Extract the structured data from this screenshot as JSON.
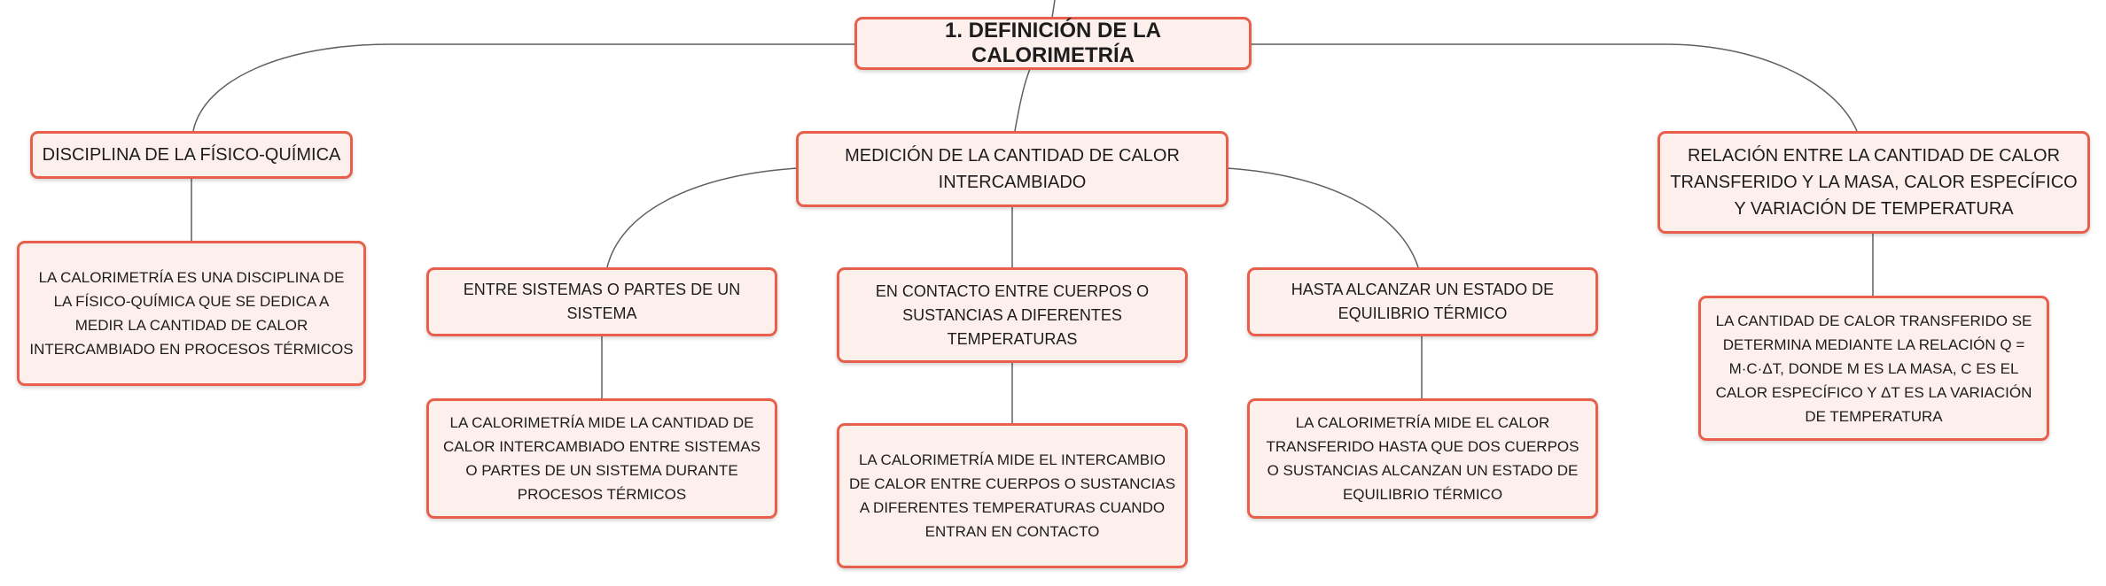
{
  "root": {
    "label": "1. DEFINICIÓN DE LA CALORIMETRÍA"
  },
  "branches": [
    {
      "label": "DISCIPLINA DE LA FÍSICO-QUÍMICA",
      "children": [
        {
          "label": "LA CALORIMETRÍA ES UNA DISCIPLINA DE LA FÍSICO-QUÍMICA QUE SE DEDICA A MEDIR LA CANTIDAD DE CALOR INTERCAMBIADO EN PROCESOS TÉRMICOS"
        }
      ]
    },
    {
      "label": "MEDICIÓN DE LA CANTIDAD DE CALOR INTERCAMBIADO",
      "children": [
        {
          "label": "ENTRE SISTEMAS O PARTES DE UN SISTEMA",
          "detail": "LA CALORIMETRÍA MIDE LA CANTIDAD DE CALOR INTERCAMBIADO ENTRE SISTEMAS O PARTES DE UN SISTEMA DURANTE PROCESOS TÉRMICOS"
        },
        {
          "label": "EN CONTACTO ENTRE CUERPOS O SUSTANCIAS A DIFERENTES TEMPERATURAS",
          "detail": "LA CALORIMETRÍA MIDE EL INTERCAMBIO DE CALOR ENTRE CUERPOS O SUSTANCIAS A DIFERENTES TEMPERATURAS CUANDO ENTRAN EN CONTACTO"
        },
        {
          "label": "HASTA ALCANZAR UN ESTADO DE EQUILIBRIO TÉRMICO",
          "detail": "LA CALORIMETRÍA MIDE EL CALOR TRANSFERIDO HASTA QUE DOS CUERPOS O SUSTANCIAS ALCANZAN UN ESTADO DE EQUILIBRIO TÉRMICO"
        }
      ]
    },
    {
      "label": "RELACIÓN ENTRE LA CANTIDAD DE CALOR TRANSFERIDO Y LA MASA, CALOR ESPECÍFICO Y VARIACIÓN DE TEMPERATURA",
      "children": [
        {
          "label": "LA CANTIDAD DE CALOR TRANSFERIDO SE DETERMINA MEDIANTE LA RELACIÓN Q = M·C·ΔT, DONDE M ES LA MASA, C ES EL CALOR ESPECÍFICO Y ΔT ES LA VARIACIÓN DE TEMPERATURA"
        }
      ]
    }
  ],
  "colors": {
    "node_fill": "#fdf0ec",
    "node_border": "#e8604c",
    "connector": "#5f5f5f"
  }
}
